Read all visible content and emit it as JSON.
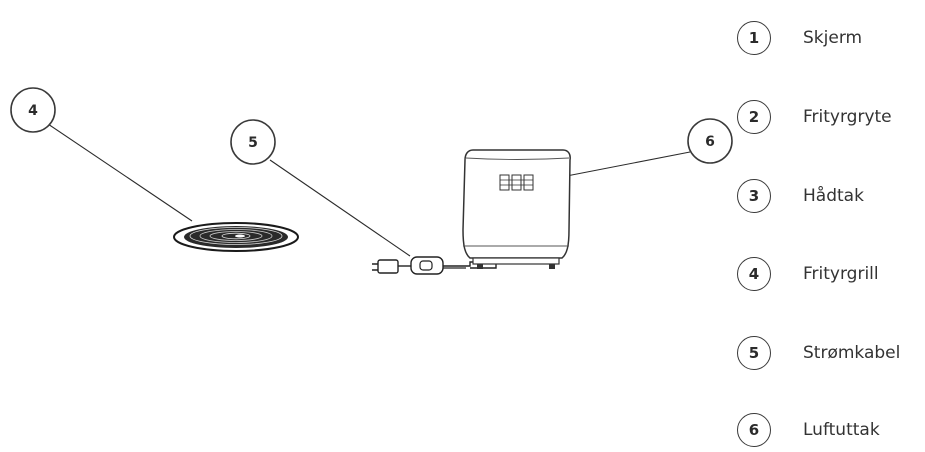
{
  "callouts": [
    "4",
    "5",
    "6"
  ],
  "legend": [
    {
      "number": "1",
      "label": "Skjerm"
    },
    {
      "number": "2",
      "label": "Frityrgryte"
    },
    {
      "number": "3",
      "label": "Hådtak"
    },
    {
      "number": "4",
      "label": "Frityrgrill"
    },
    {
      "number": "5",
      "label": "Strømkabel"
    },
    {
      "number": "6",
      "label": "Luftuttak"
    }
  ]
}
